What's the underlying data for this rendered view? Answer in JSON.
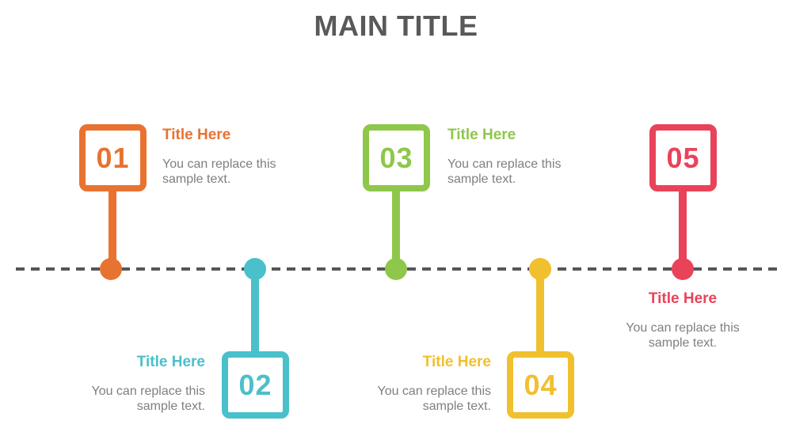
{
  "title": "MAIN TITLE",
  "colors": {
    "title": "#595959",
    "body_text": "#7F7F7F",
    "axis": "#55565A"
  },
  "milestones": [
    {
      "number": "01",
      "title": "Title Here",
      "body": "You can replace this sample text.",
      "color": "#E87330",
      "position": "above-axis",
      "text_align": "left"
    },
    {
      "number": "02",
      "title": "Title Here",
      "body": "You can replace this sample text.",
      "color": "#4AC0CA",
      "position": "below-axis",
      "text_align": "right"
    },
    {
      "number": "03",
      "title": "Title Here",
      "body": "You can replace this sample text.",
      "color": "#8FC74B",
      "position": "above-axis",
      "text_align": "left"
    },
    {
      "number": "04",
      "title": "Title Here",
      "body": "You can replace this sample text.",
      "color": "#F0C02F",
      "position": "below-axis",
      "text_align": "right"
    },
    {
      "number": "05",
      "title": "Title Here",
      "body": "You can replace this sample text.",
      "color": "#E9435A",
      "position": "above-axis-text-below",
      "text_align": "center"
    }
  ]
}
